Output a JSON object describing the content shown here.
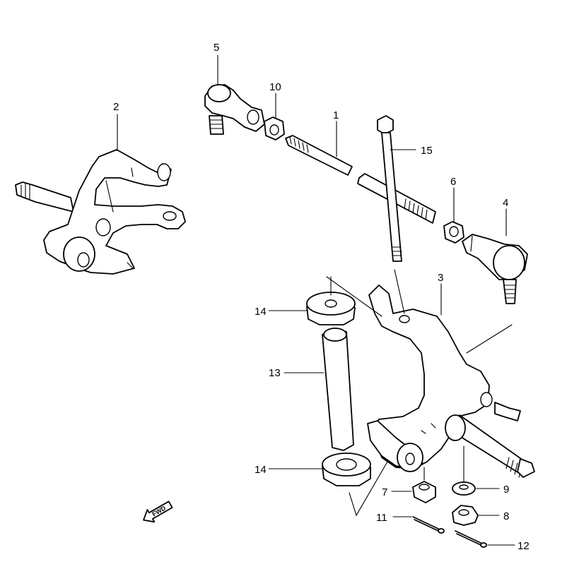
{
  "callouts": {
    "c1": "1",
    "c2": "2",
    "c3": "3",
    "c4": "4",
    "c5": "5",
    "c6": "6",
    "c7": "7",
    "c8": "8",
    "c9": "9",
    "c10": "10",
    "c11": "11",
    "c12": "12",
    "c13": "13",
    "c14a": "14",
    "c14b": "14",
    "c15": "15"
  },
  "fwd_marker": "FWD"
}
